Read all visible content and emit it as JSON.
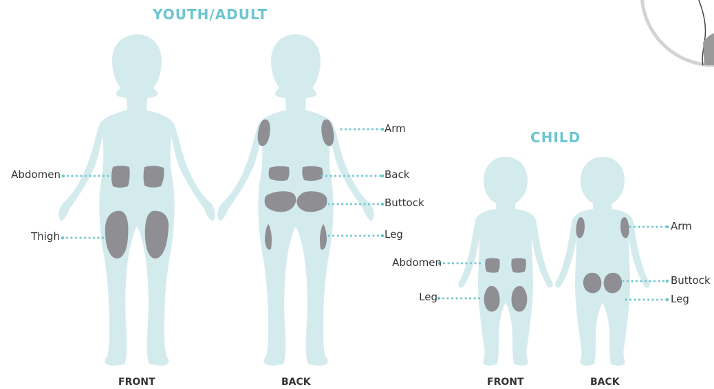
{
  "colors": {
    "body": "#d4ebee",
    "site": "#8e8e93",
    "dots": "#6cc6cf",
    "title": "#6cc6cf",
    "text": "#333333"
  },
  "adult": {
    "title": "YOUTH/ADULT",
    "front_caption": "FRONT",
    "back_caption": "BACK",
    "labels": {
      "abdomen": "Abdomen",
      "thigh": "Thigh",
      "arm": "Arm",
      "back": "Back",
      "buttock": "Buttock",
      "leg": "Leg"
    }
  },
  "child": {
    "title": "CHILD",
    "front_caption": "FRONT",
    "back_caption": "BACK",
    "labels": {
      "abdomen": "Abdomen",
      "leg_front": "Leg",
      "arm": "Arm",
      "buttock": "Buttock",
      "leg_back": "Leg"
    }
  }
}
